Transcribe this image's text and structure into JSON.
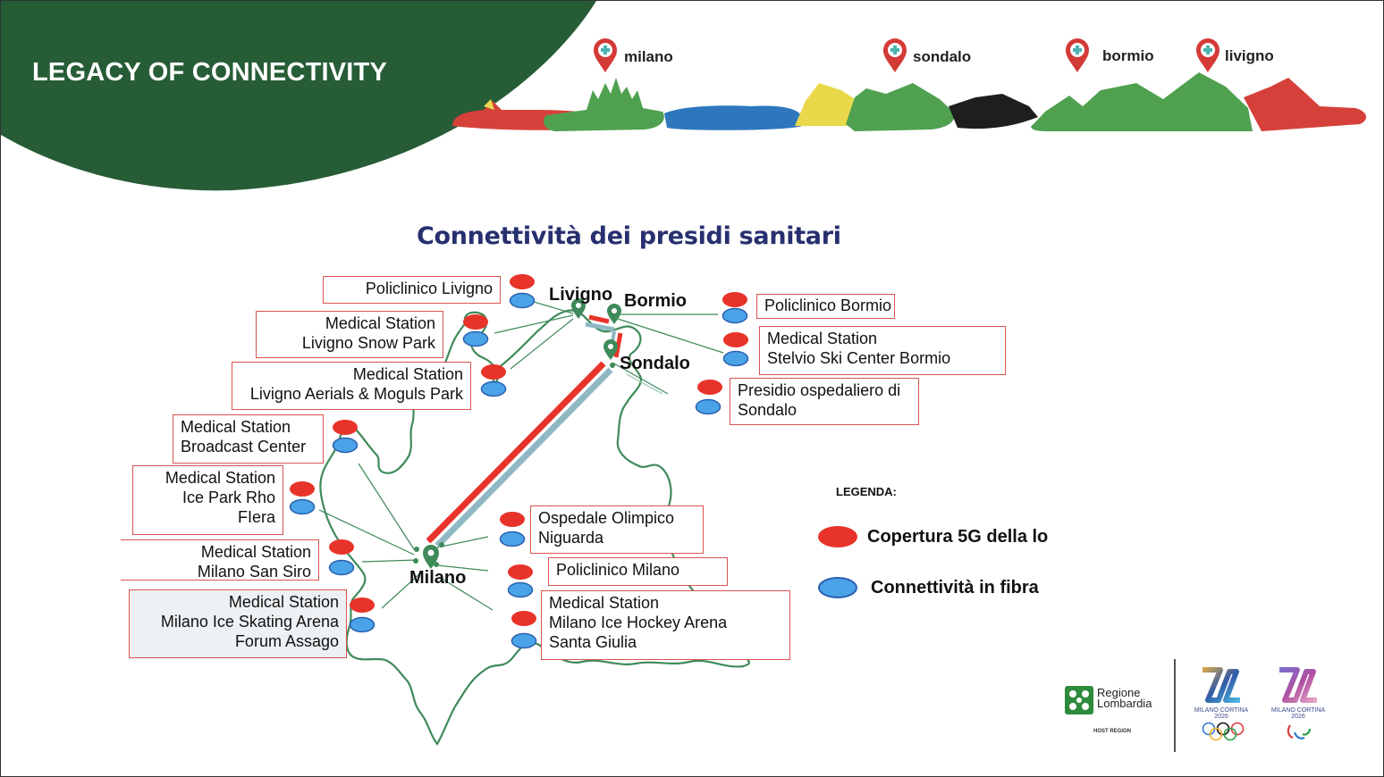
{
  "header": {
    "title": "LEGACY OF CONNECTIVITY",
    "banner_color": "#265c36"
  },
  "skyline": {
    "locations": [
      {
        "name": "milano"
      },
      {
        "name": "sondalo"
      },
      {
        "name": "bormio"
      },
      {
        "name": "livigno"
      }
    ],
    "pin_color": "#d43a36",
    "pin_cross_color": "#4bb3b0"
  },
  "section": {
    "title": "Connettività dei presidi sanitari"
  },
  "map": {
    "cities": [
      {
        "name": "Livigno"
      },
      {
        "name": "Bormio"
      },
      {
        "name": "Sondalo"
      },
      {
        "name": "Milano"
      }
    ],
    "facilities": [
      {
        "lines": [
          "Policlinico Livigno"
        ]
      },
      {
        "lines": [
          "Medical Station",
          "Livigno Snow Park"
        ]
      },
      {
        "lines": [
          "Medical Station",
          "Livigno Aerials & Moguls Park"
        ]
      },
      {
        "lines": [
          "Medical Station",
          "Broadcast Center"
        ]
      },
      {
        "lines": [
          "Medical Station",
          "Ice Park Rho",
          "FIera"
        ]
      },
      {
        "lines": [
          "Medical Station",
          "Milano San Siro"
        ]
      },
      {
        "lines": [
          "Medical Station",
          "Milano Ice Skating Arena",
          "Forum Assago"
        ]
      },
      {
        "lines": [
          "Policlinico Bormio"
        ]
      },
      {
        "lines": [
          "Medical Station",
          "Stelvio Ski Center Bormio"
        ]
      },
      {
        "lines": [
          "Presidio ospedaliero di",
          "Sondalo"
        ]
      },
      {
        "lines": [
          "Ospedale Olimpico",
          "Niguarda"
        ]
      },
      {
        "lines": [
          "Policlinico Milano"
        ]
      },
      {
        "lines": [
          "Medical Station",
          "Milano Ice Hockey Arena",
          "Santa Giulia"
        ]
      }
    ],
    "colors": {
      "outline": "#3f8a5a",
      "link_5g": "#e8332a",
      "link_fibre": "#8fb8c4",
      "box_border": "#d9534f"
    }
  },
  "legend": {
    "title": "LEGENDA:",
    "items": [
      {
        "label": "Copertura 5G della lo",
        "color": "#e8332a"
      },
      {
        "label": "Connettività in fibra",
        "color": "#4aa3e6"
      }
    ]
  },
  "footer": {
    "region_line1": "Regione",
    "region_line2": "Lombardia",
    "host_region": "HOST REGION",
    "olympic_label": "MILANO CORTINA",
    "olympic_year": "2026",
    "paralympic_label": "MILANO CORTINA",
    "paralympic_year": "2026"
  }
}
